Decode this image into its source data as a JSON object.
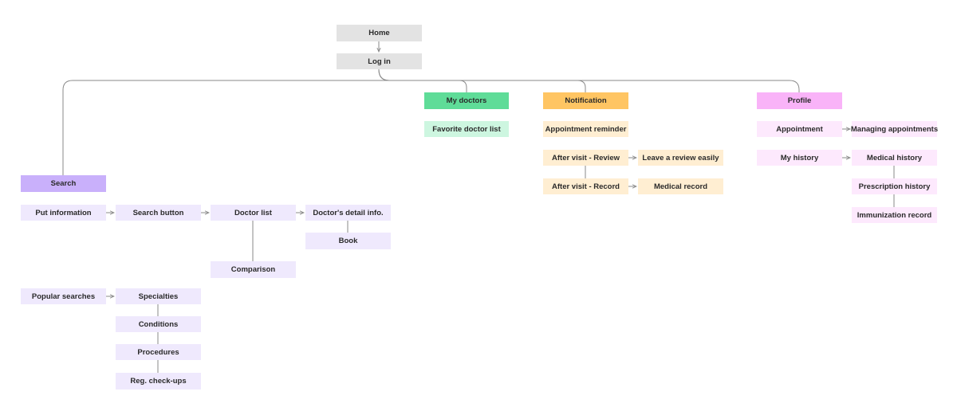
{
  "nodes": {
    "home": "Home",
    "login": "Log in",
    "search": "Search",
    "put_information": "Put information",
    "search_button": "Search button",
    "doctor_list": "Doctor list",
    "doctor_detail": "Doctor's detail info.",
    "book": "Book",
    "comparison": "Comparison",
    "popular_searches": "Popular searches",
    "specialties": "Specialties",
    "conditions": "Conditions",
    "procedures": "Procedures",
    "reg_checkups": "Reg. check-ups",
    "my_doctors": "My doctors",
    "favorite_doctor_list": "Favorite doctor list",
    "notification": "Notification",
    "appointment_reminder": "Appointment reminder",
    "after_visit_review": "After visit - Review",
    "leave_review": "Leave a review easily",
    "after_visit_record": "After visit - Record",
    "medical_record": "Medical record",
    "profile": "Profile",
    "appointment": "Appointment",
    "managing_appointments": "Managing appointments",
    "my_history": "My history",
    "medical_history": "Medical history",
    "prescription_history": "Prescription history",
    "immunization_record": "Immunization record"
  },
  "colors": {
    "root": "#e3e3e3",
    "search_header": "#c9b0fb",
    "search_item": "#efe9fd",
    "doctors_header": "#5fdc98",
    "doctors_item": "#cdf6e0",
    "notification_header": "#ffc563",
    "notification_item": "#ffeed2",
    "profile_header": "#f9b3f8",
    "profile_item": "#fde9fd",
    "connector": "#8a8a8a"
  }
}
